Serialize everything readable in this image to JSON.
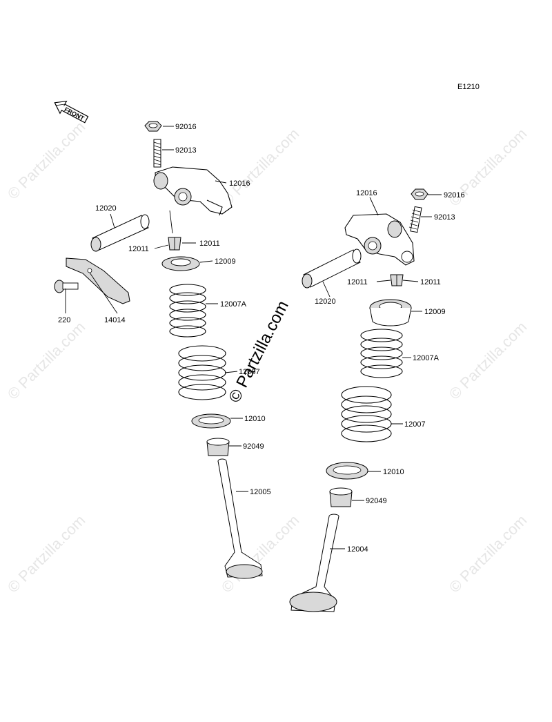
{
  "diagram_code": "E1210",
  "front_label": "FRONT",
  "watermark": "© Partzilla.com",
  "labels": [
    {
      "id": "l1",
      "text": "92016"
    },
    {
      "id": "l2",
      "text": "92013"
    },
    {
      "id": "l3",
      "text": "12016"
    },
    {
      "id": "l4",
      "text": "12020"
    },
    {
      "id": "l5",
      "text": "12011"
    },
    {
      "id": "l6",
      "text": "12011"
    },
    {
      "id": "l7",
      "text": "12009"
    },
    {
      "id": "l8",
      "text": "12007A"
    },
    {
      "id": "l9",
      "text": "220"
    },
    {
      "id": "l10",
      "text": "14014"
    },
    {
      "id": "l11",
      "text": "12007"
    },
    {
      "id": "l12",
      "text": "12010"
    },
    {
      "id": "l13",
      "text": "92049"
    },
    {
      "id": "l14",
      "text": "12005"
    },
    {
      "id": "l15",
      "text": "12016"
    },
    {
      "id": "l16",
      "text": "92016"
    },
    {
      "id": "l17",
      "text": "92013"
    },
    {
      "id": "l18",
      "text": "12011"
    },
    {
      "id": "l19",
      "text": "12011"
    },
    {
      "id": "l20",
      "text": "12020"
    },
    {
      "id": "l21",
      "text": "12009"
    },
    {
      "id": "l22",
      "text": "12007A"
    },
    {
      "id": "l23",
      "text": "12007"
    },
    {
      "id": "l24",
      "text": "12010"
    },
    {
      "id": "l25",
      "text": "92049"
    },
    {
      "id": "l26",
      "text": "12004"
    }
  ]
}
